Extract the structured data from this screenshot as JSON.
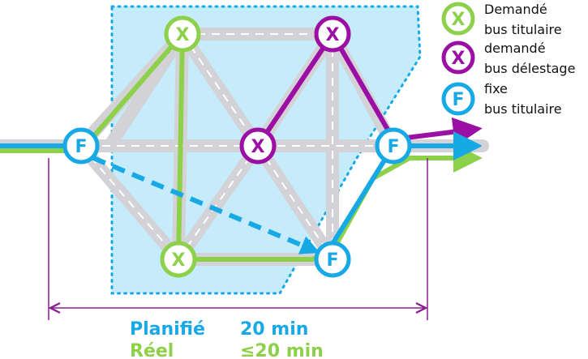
{
  "colors": {
    "green": "#8dd04a",
    "purple": "#9b0fa4",
    "blue": "#17a9e6",
    "area_fill": "#c6ebfa",
    "road": "#d3d2d6",
    "road_dash": "#ffffff",
    "dimension": "#8b1a94"
  },
  "legend": [
    {
      "letter": "X",
      "color": "#8dd04a",
      "line1": "Demandé",
      "line2": "bus titulaire"
    },
    {
      "letter": "X",
      "color": "#9b0fa4",
      "line1": "demandé",
      "line2": "bus délestage"
    },
    {
      "letter": "F",
      "color": "#17a9e6",
      "line1": "fixe",
      "line2": "bus titulaire"
    }
  ],
  "nodes": [
    {
      "id": "f-left",
      "letter": "F",
      "type": "fixe"
    },
    {
      "id": "x-top-left",
      "letter": "X",
      "type": "demande-titulaire"
    },
    {
      "id": "x-top-right",
      "letter": "X",
      "type": "demande-delestage"
    },
    {
      "id": "x-center",
      "letter": "X",
      "type": "demande-delestage"
    },
    {
      "id": "f-right",
      "letter": "F",
      "type": "fixe"
    },
    {
      "id": "x-bottom-left",
      "letter": "X",
      "type": "demande-titulaire"
    },
    {
      "id": "f-bottom-right",
      "letter": "F",
      "type": "fixe"
    }
  ],
  "summary": {
    "planned_label": "Planifié",
    "planned_value": "20 min",
    "actual_label": "Réel",
    "actual_value": "≤20 min"
  }
}
